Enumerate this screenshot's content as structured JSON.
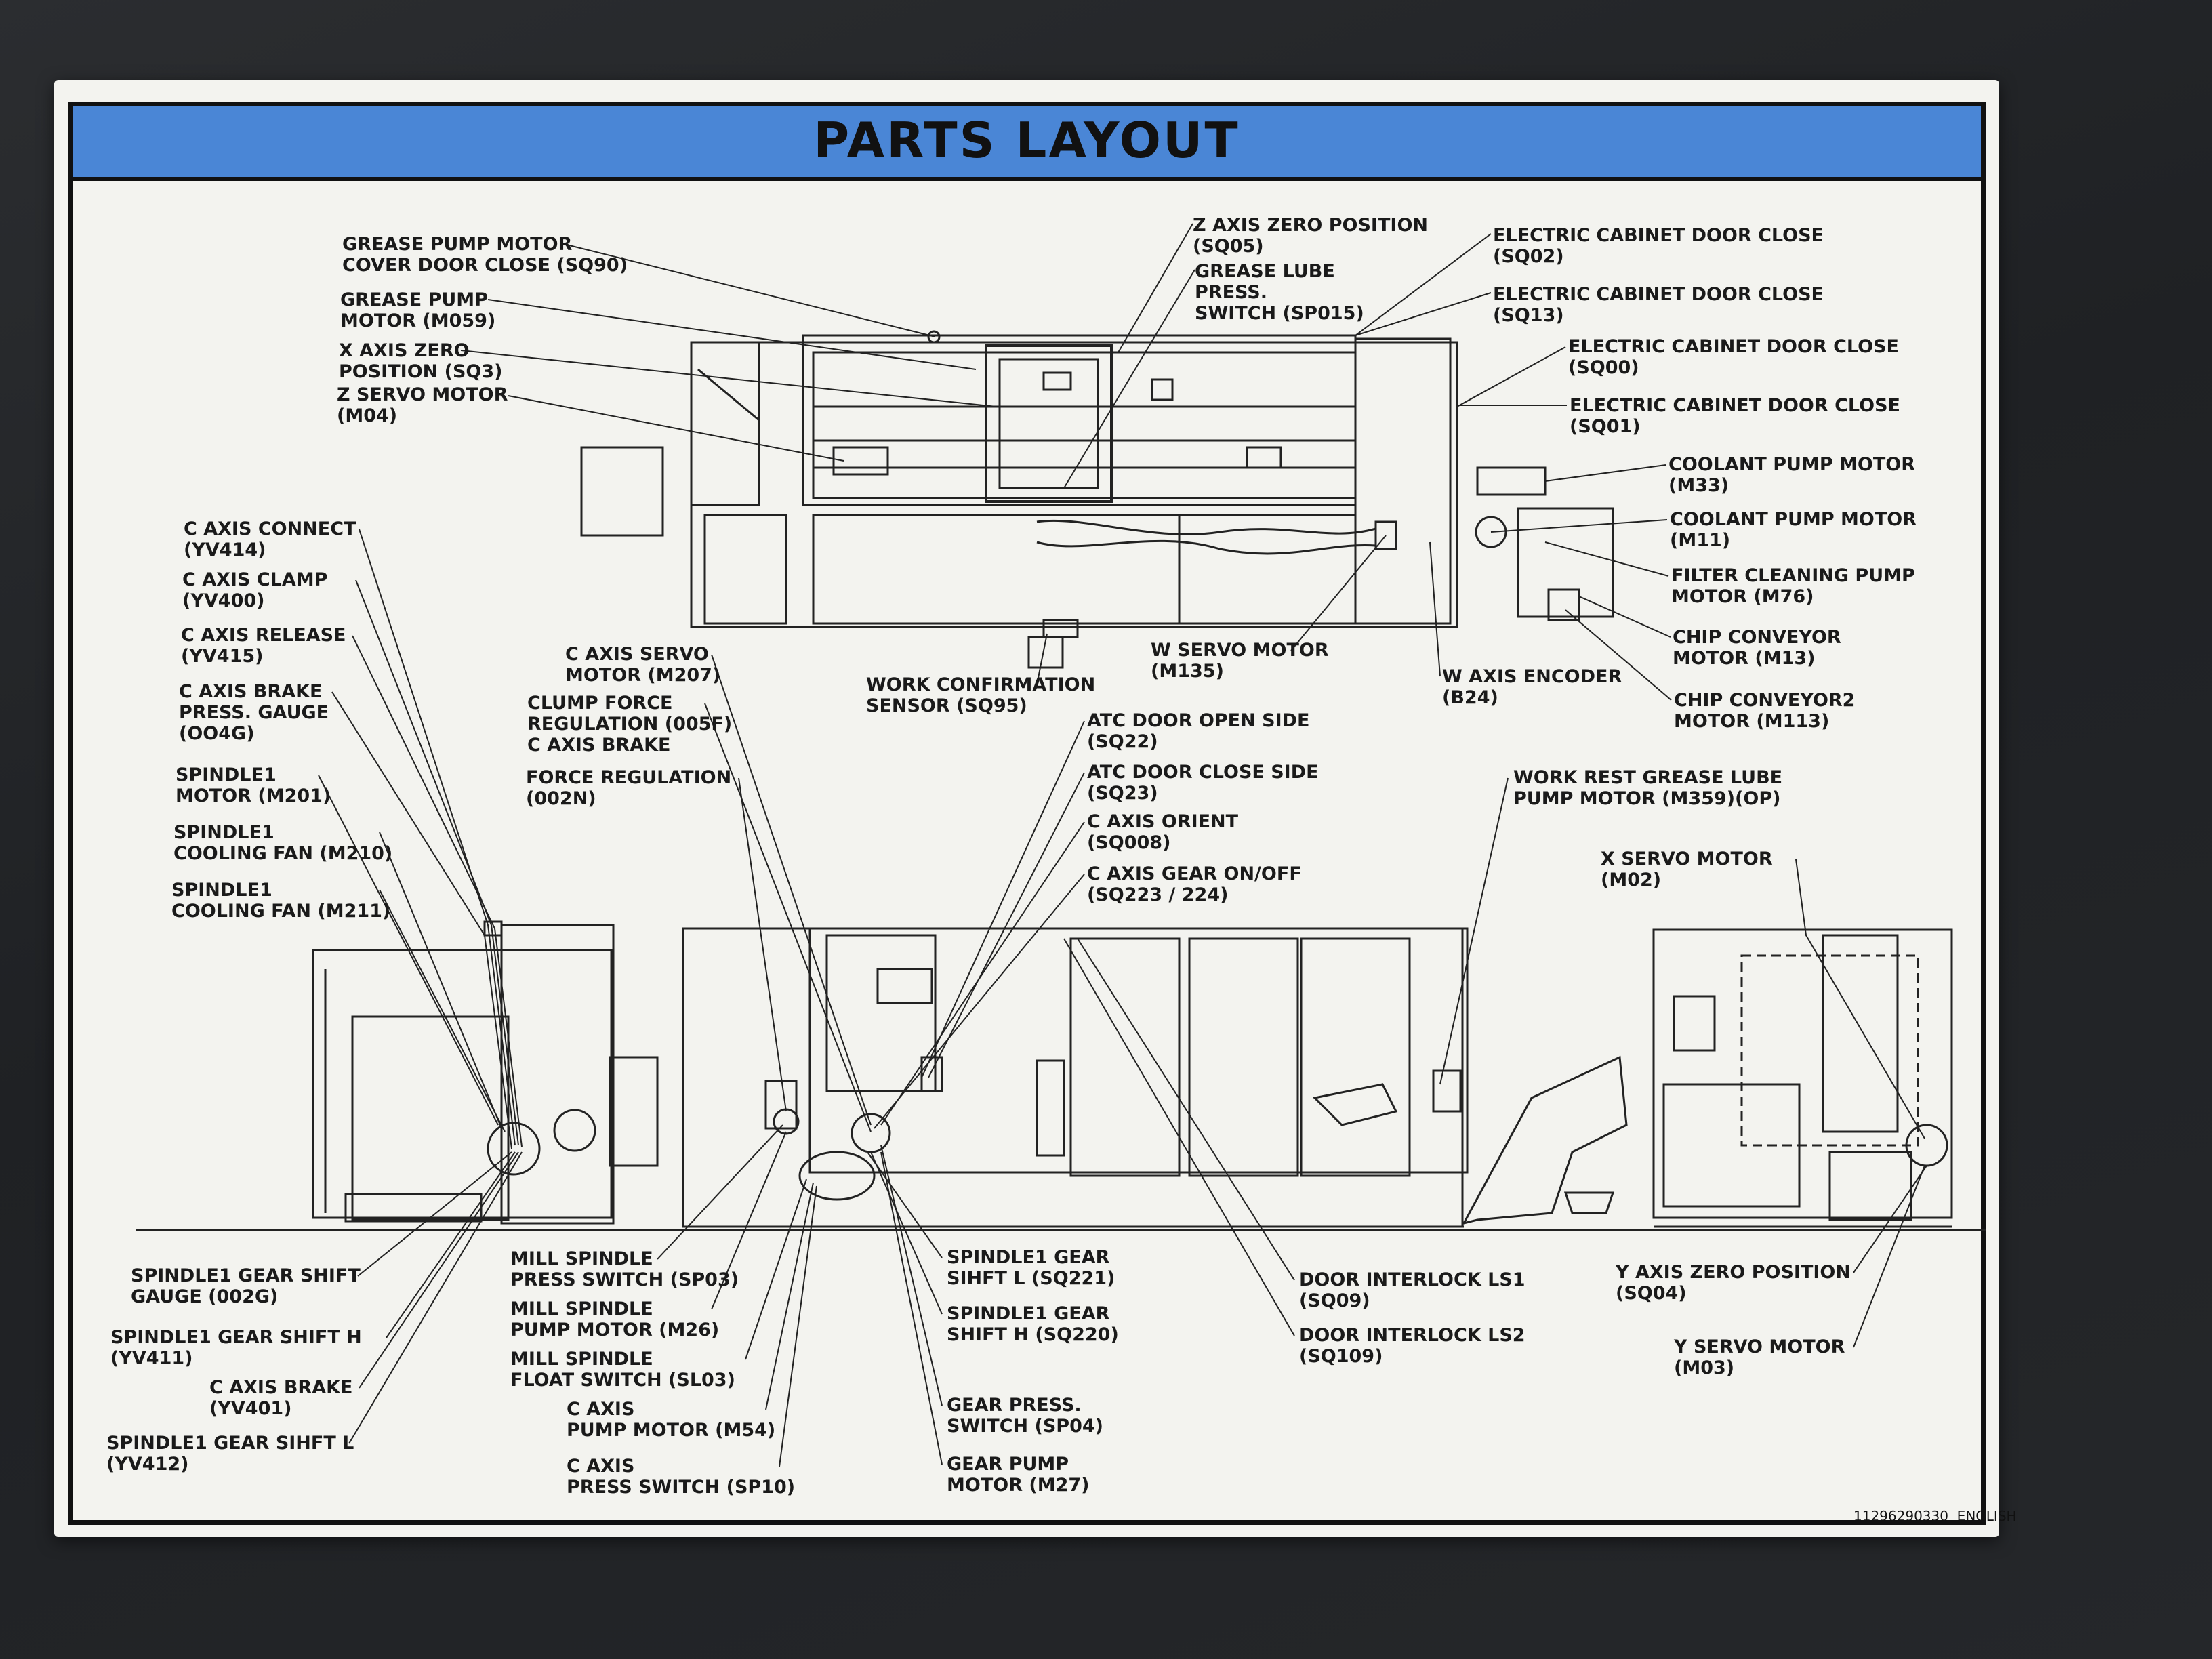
{
  "title": "PARTS LAYOUT",
  "footer": "11296290330  ENGLISH",
  "labels": {
    "grease_pump_motor_cover_door_close": [
      "GREASE PUMP MOTOR",
      "COVER DOOR CLOSE (SQ90)"
    ],
    "grease_pump_motor": [
      "GREASE PUMP",
      "MOTOR (M059)"
    ],
    "x_axis_zero_position": [
      "X AXIS ZERO",
      "POSITION (SQ3)"
    ],
    "z_servo_motor": [
      "Z SERVO MOTOR",
      "(M04)"
    ],
    "z_axis_zero_position": [
      "Z AXIS ZERO POSITION",
      "(SQ05)"
    ],
    "grease_lube_press_switch": [
      "GREASE LUBE",
      "PRESS.",
      "SWITCH (SP015)"
    ],
    "electric_cabinet_door_close_sq02": [
      "ELECTRIC CABINET DOOR CLOSE",
      "(SQ02)"
    ],
    "electric_cabinet_door_close_sq13": [
      "ELECTRIC CABINET DOOR CLOSE",
      "(SQ13)"
    ],
    "electric_cabinet_door_close_sq00": [
      "ELECTRIC CABINET DOOR CLOSE",
      "(SQ00)"
    ],
    "electric_cabinet_door_close_sq01": [
      "ELECTRIC CABINET DOOR CLOSE",
      "(SQ01)"
    ],
    "coolant_pump_motor_m33": [
      "COOLANT PUMP MOTOR",
      "(M33)"
    ],
    "coolant_pump_motor_m11": [
      "COOLANT PUMP MOTOR",
      "(M11)"
    ],
    "filter_cleaning_pump_motor": [
      "FILTER CLEANING PUMP",
      "MOTOR (M76)"
    ],
    "chip_conveyor": [
      "CHIP CONVEYOR",
      "MOTOR (M13)"
    ],
    "chip_conveyor2": [
      "CHIP CONVEYOR2",
      "MOTOR (M113)"
    ],
    "c_axis_connect": [
      "C AXIS CONNECT",
      "(YV414)"
    ],
    "c_axis_clamp": [
      "C AXIS CLAMP",
      "(YV400)"
    ],
    "c_axis_release": [
      "C AXIS RELEASE",
      "(YV415)"
    ],
    "c_axis_brake_press_gauge": [
      "C AXIS BRAKE",
      "PRESS. GAUGE",
      "(OO4G)"
    ],
    "spindle1_motor": [
      "SPINDLE1",
      "MOTOR (M201)"
    ],
    "spindle1_cooling_fan_m210": [
      "SPINDLE1",
      "COOLING FAN (M210)"
    ],
    "spindle1_cooling_fan_m211": [
      "SPINDLE1",
      "COOLING FAN (M211)"
    ],
    "c_axis_servo_motor": [
      "C AXIS SERVO",
      "MOTOR (M207)"
    ],
    "clump_force_regulation": [
      "CLUMP FORCE",
      "REGULATION (005F)",
      "C AXIS BRAKE"
    ],
    "force_regulation": [
      "FORCE REGULATION",
      "(002N)"
    ],
    "work_confirmation_sensor": [
      "WORK CONFIRMATION",
      "SENSOR (SQ95)"
    ],
    "w_servo_motor": [
      "W SERVO MOTOR",
      "(M135)"
    ],
    "w_axis_encoder": [
      "W AXIS ENCODER",
      "(B24)"
    ],
    "atc_door_open_side": [
      "ATC DOOR OPEN SIDE",
      "(SQ22)"
    ],
    "atc_door_close_side": [
      "ATC DOOR CLOSE SIDE",
      "(SQ23)"
    ],
    "c_axis_orient": [
      "C AXIS ORIENT",
      "(SQ008)"
    ],
    "c_axis_gear_on_off": [
      "C AXIS GEAR ON/OFF",
      "(SQ223 / 224)"
    ],
    "work_rest_grease_lube_pump_motor": [
      "WORK REST GREASE LUBE",
      "PUMP MOTOR (M359)(OP)"
    ],
    "x_servo_motor": [
      "X SERVO MOTOR",
      "(M02)"
    ],
    "spindle1_gear_shift_gauge": [
      "SPINDLE1 GEAR SHIFT",
      "GAUGE (002G)"
    ],
    "spindle1_gear_shift_h": [
      "SPINDLE1 GEAR SHIFT H",
      "(YV411)"
    ],
    "c_axis_brake_yv401": [
      "C AXIS BRAKE",
      "(YV401)"
    ],
    "spindle1_gear_sihft_l_yv412": [
      "SPINDLE1 GEAR SIHFT L",
      "(YV412)"
    ],
    "mill_spindle_press_switch": [
      "MILL SPINDLE",
      "PRESS SWITCH (SP03)"
    ],
    "mill_spindle_pump_motor": [
      "MILL SPINDLE",
      "PUMP MOTOR (M26)"
    ],
    "mill_spindle_float_switch": [
      "MILL SPINDLE",
      "FLOAT SWITCH (SL03)"
    ],
    "c_axis_pump_motor": [
      "C AXIS",
      "PUMP MOTOR (M54)"
    ],
    "c_axis_press_switch": [
      "C AXIS",
      "PRESS SWITCH (SP10)"
    ],
    "spindle1_gear_sihft_l_sq221": [
      "SPINDLE1 GEAR",
      "SIHFT L (SQ221)"
    ],
    "spindle1_gear_shift_h_sq220": [
      "SPINDLE1 GEAR",
      "SHIFT H (SQ220)"
    ],
    "gear_press_switch": [
      "GEAR PRESS.",
      "SWITCH (SP04)"
    ],
    "gear_pump_motor": [
      "GEAR PUMP",
      "MOTOR (M27)"
    ],
    "door_interlock_ls1": [
      "DOOR INTERLOCK LS1",
      "(SQ09)"
    ],
    "door_interlock_ls2": [
      "DOOR INTERLOCK LS2",
      "(SQ109)"
    ],
    "y_axis_zero_position": [
      "Y AXIS ZERO POSITION",
      "(SQ04)"
    ],
    "y_servo_motor": [
      "Y SERVO MOTOR",
      "(M03)"
    ]
  },
  "colors": {
    "title_bar": "#4a86d6",
    "plate": "#f3f3ef",
    "ink": "#1a1a1a",
    "background": "#232528"
  }
}
